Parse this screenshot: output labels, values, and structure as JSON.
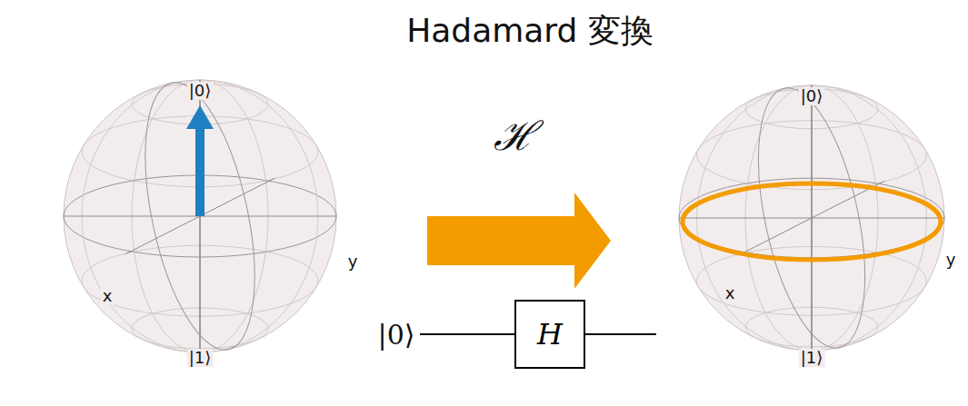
{
  "diagram": {
    "title": "Hadamard 変換",
    "nodes": [
      {
        "text": [
          "H"
        ]
      }
    ],
    "labels": [
      "|0⟩",
      "x",
      "y",
      "|1⟩",
      "ℋ",
      "|0⟩",
      "x",
      "y",
      "|1⟩",
      "|0⟩"
    ]
  }
}
